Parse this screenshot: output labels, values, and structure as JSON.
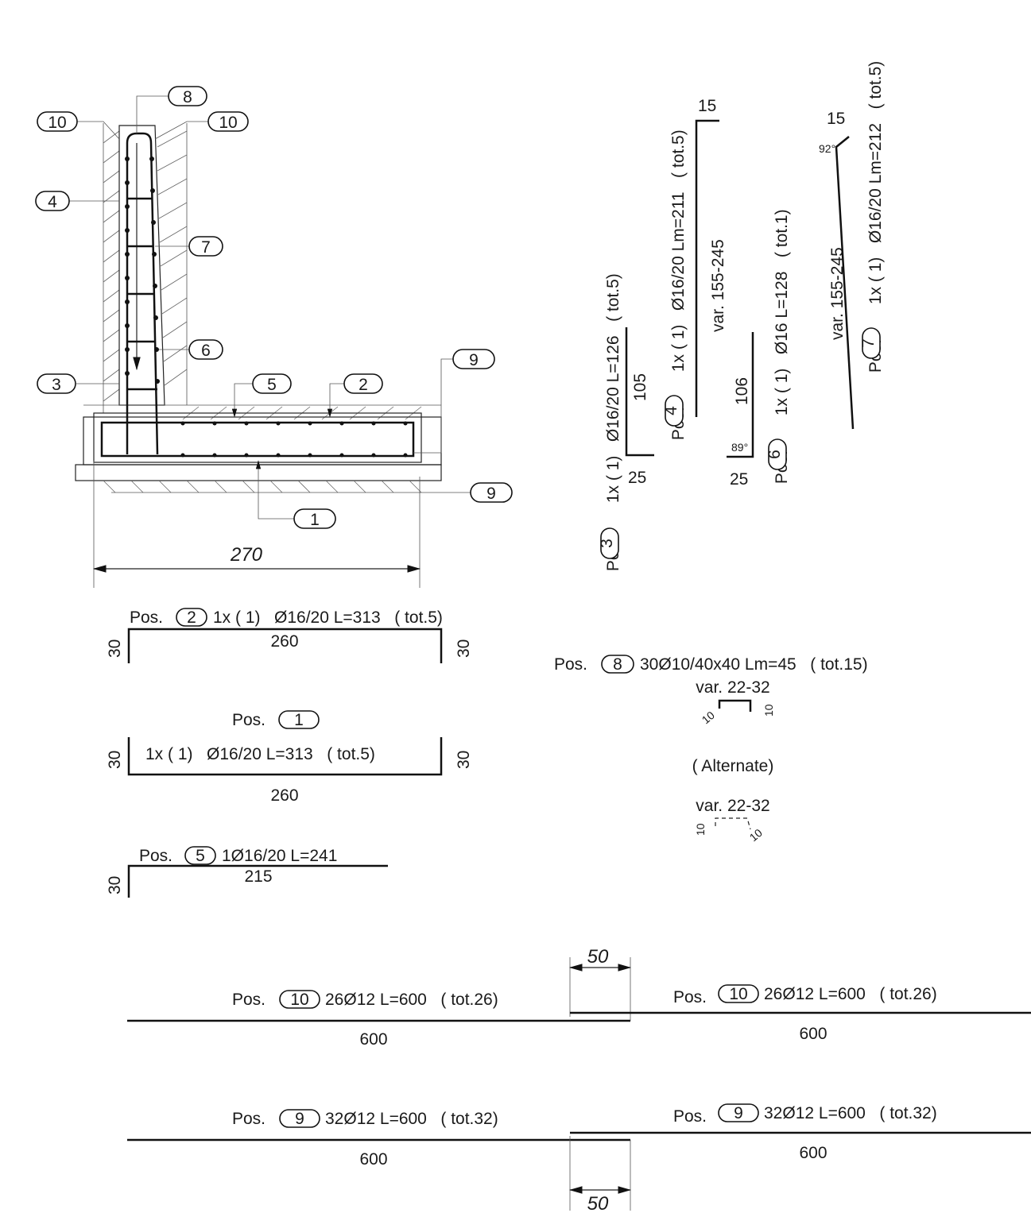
{
  "callouts": {
    "c8": "8",
    "c10a": "10",
    "c10b": "10",
    "c4": "4",
    "c7": "7",
    "c6": "6",
    "c3": "3",
    "c5": "5",
    "c2": "2",
    "c9a": "9",
    "c9b": "9",
    "c1": "1"
  },
  "dimension": {
    "width": "270"
  },
  "pos2": {
    "pos": "Pos.",
    "num": "2",
    "spec": "1x ( 1)   Ø16/20 L=313   ( tot.5)",
    "left": "30",
    "span": "260",
    "right": "30"
  },
  "pos1": {
    "pos": "Pos.",
    "num": "1",
    "spec": "1x ( 1)   Ø16/20 L=313   ( tot.5)",
    "left": "30",
    "span": "260",
    "right": "30"
  },
  "pos5": {
    "pos": "Pos.",
    "num": "5",
    "spec": "1Ø16/20 L=241",
    "left": "30",
    "span": "215"
  },
  "pos3": {
    "pos": "Pos.",
    "num": "3",
    "spec": "1x ( 1)   Ø16/20 L=126   ( tot.5)",
    "vert": "105",
    "foot": "25"
  },
  "pos4": {
    "pos": "Pos.",
    "num": "4",
    "spec": "1x ( 1)   Ø16/20 Lm=211   ( tot.5)",
    "var": "var. 155-245",
    "hook": "15"
  },
  "pos6": {
    "pos": "Pos.",
    "num": "6",
    "spec": "1x ( 1)   Ø16 L=128   ( tot.1)",
    "vert": "106",
    "angle": "89°",
    "foot": "25"
  },
  "pos7": {
    "pos": "Pos.",
    "num": "7",
    "spec": "1x ( 1)   Ø16/20 Lm=212   ( tot.5)",
    "var": "var. 155-245",
    "hook": "15",
    "angle": "92°"
  },
  "pos8": {
    "pos": "Pos.",
    "num": "8",
    "spec": "30Ø10/40x40 Lm=45   ( tot.15)",
    "var": "var. 22-32",
    "left": "10",
    "right": "10",
    "alternate": "( Alternate)",
    "var2": "var. 22-32",
    "left2": "10",
    "right2": "10"
  },
  "pos10a": {
    "pos": "Pos.",
    "num": "10",
    "spec": "26Ø12 L=600   ( tot.26)",
    "len": "600"
  },
  "pos10b": {
    "pos": "Pos.",
    "num": "10",
    "spec": "26Ø12 L=600   ( tot.26)",
    "len": "600"
  },
  "lap_top": "50",
  "pos9a": {
    "pos": "Pos.",
    "num": "9",
    "spec": "32Ø12 L=600   ( tot.32)",
    "len": "600"
  },
  "pos9b": {
    "pos": "Pos.",
    "num": "9",
    "spec": "32Ø12 L=600   ( tot.32)",
    "len": "600"
  },
  "lap_bottom": "50"
}
